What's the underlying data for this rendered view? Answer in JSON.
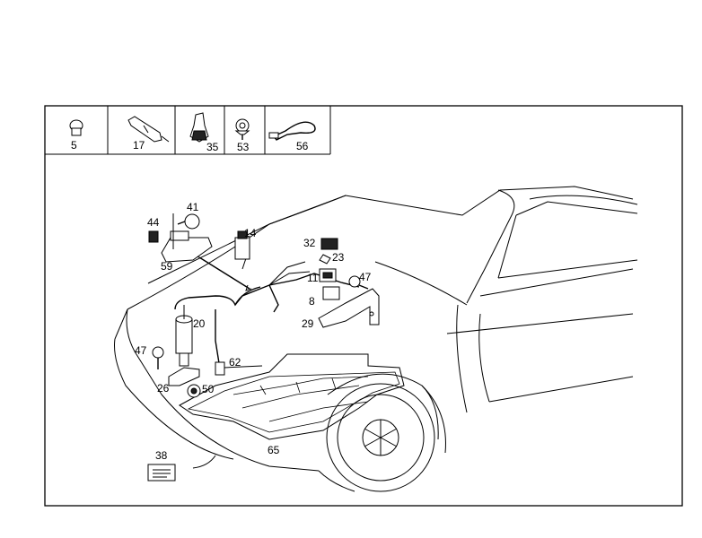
{
  "legend": {
    "items": [
      {
        "label": "5",
        "icon": "plug-icon"
      },
      {
        "label": "17",
        "icon": "sensor-icon"
      },
      {
        "label": "35",
        "icon": "clip-icon"
      },
      {
        "label": "53",
        "icon": "screw-icon"
      },
      {
        "label": "56",
        "icon": "cable-tie-icon"
      }
    ]
  },
  "callouts": {
    "c41": "41",
    "c44": "44",
    "c59": "59",
    "c14": "14",
    "c32": "32",
    "c23": "23",
    "c11": "11",
    "c47a": "47",
    "c8": "8",
    "c29": "29",
    "c20": "20",
    "c47b": "47",
    "c62": "62",
    "c26": "26",
    "c50": "50",
    "c65": "65",
    "c38": "38"
  }
}
